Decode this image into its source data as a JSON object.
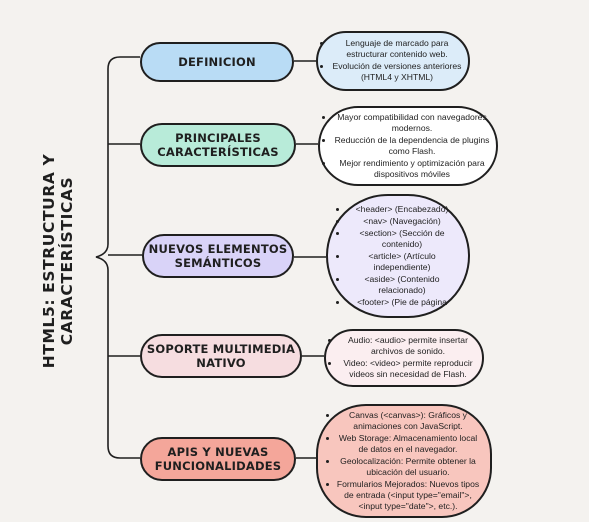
{
  "title_lines": [
    "HTML5: ESTRUCTURA Y",
    "CARACTERÍSTICAS"
  ],
  "colors": {
    "definicion": "#b9dcf5",
    "principales": "#b8ebd9",
    "semanticos": "#d9d3f8",
    "multimedia": "#f6dde0",
    "apis": "#f4a69a",
    "bubble_definicion": "#dcecf9",
    "bubble_principales": "#ffffff",
    "bubble_semanticos": "#ede9fb",
    "bubble_multimedia": "#fbeef0",
    "bubble_apis": "#f8c6be"
  },
  "categories": [
    {
      "title": [
        "DEFINICION"
      ],
      "details": [
        "Lenguaje de marcado para estructurar contenido web.",
        "Evolución de versiones anteriores (HTML4 y XHTML)"
      ]
    },
    {
      "title": [
        "PRINCIPALES",
        "CARACTERÍSTICAS"
      ],
      "details": [
        "Mayor compatibilidad con navegadores modernos.",
        "Reducción de la dependencia de plugins como Flash.",
        "Mejor rendimiento y optimización para dispositivos móviles"
      ]
    },
    {
      "title": [
        "NUEVOS ELEMENTOS",
        "SEMÁNTICOS"
      ],
      "details": [
        "<header> (Encabezado)",
        "<nav> (Navegación)",
        "<section> (Sección de contenido)",
        "<article> (Artículo independiente)",
        "<aside> (Contenido relacionado)",
        "<footer> (Pie de página"
      ]
    },
    {
      "title": [
        "SOPORTE MULTIMEDIA",
        "NATIVO"
      ],
      "details": [
        "Audio: <audio> permite insertar archivos de sonido.",
        "Video: <video> permite reproducir videos sin necesidad de Flash."
      ]
    },
    {
      "title": [
        "APIS Y NUEVAS",
        "FUNCIONALIDADES"
      ],
      "details": [
        "Canvas (<canvas>): Gráficos y animaciones con JavaScript.",
        "Web Storage: Almacenamiento local de datos en el navegador.",
        "Geolocalización: Permite obtener la ubicación del usuario.",
        "Formularios Mejorados: Nuevos tipos de entrada (<input type=\"email\">, <input type=\"date\">, etc.)."
      ]
    }
  ]
}
